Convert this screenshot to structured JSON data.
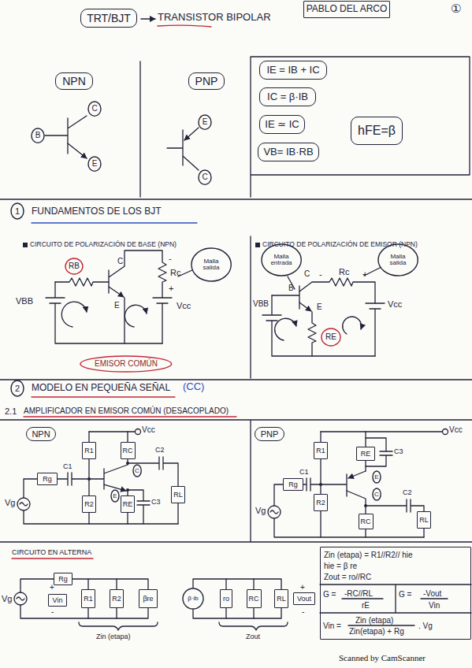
{
  "diagram": {
    "title": "TRT/BJT",
    "nodes": [
      {
        "text": [
          "TRT/BJT"
        ]
      },
      {
        "text": [
          "PABLO DEL ARCO"
        ]
      },
      {
        "text": [
          "NPN"
        ]
      },
      {
        "text": [
          "PNP"
        ]
      },
      {
        "text": [
          "B"
        ]
      },
      {
        "text": [
          "C"
        ]
      },
      {
        "text": [
          "E"
        ]
      },
      {
        "text": [
          "E"
        ]
      },
      {
        "text": [
          "C"
        ]
      },
      {
        "text": [
          "IE = IB + IC"
        ]
      },
      {
        "text": [
          "IC = β·IB"
        ]
      },
      {
        "text": [
          "IE ≃ IC"
        ]
      },
      {
        "text": [
          "hFE=β"
        ]
      },
      {
        "text": [
          "VB= IB·RB"
        ]
      },
      {
        "text": [
          "1"
        ]
      },
      {
        "text": [
          "RB"
        ]
      },
      {
        "text": [
          "Malla salida"
        ]
      },
      {
        "text": [
          "EMISOR COMÚN"
        ]
      },
      {
        "text": [
          "Malla entrada"
        ]
      },
      {
        "text": [
          "Malla salida"
        ]
      },
      {
        "text": [
          "RE"
        ]
      },
      {
        "text": [
          "2"
        ]
      },
      {
        "text": [
          "NPN"
        ]
      },
      {
        "text": [
          "PNP"
        ]
      },
      {
        "text": [
          "R1"
        ]
      },
      {
        "text": [
          "RC"
        ]
      },
      {
        "text": [
          "Rg"
        ]
      },
      {
        "text": [
          "R2"
        ]
      },
      {
        "text": [
          "RE"
        ]
      },
      {
        "text": [
          "RL"
        ]
      },
      {
        "text": [
          "C"
        ]
      },
      {
        "text": [
          "E"
        ]
      },
      {
        "text": [
          "R1"
        ]
      },
      {
        "text": [
          "RE"
        ]
      },
      {
        "text": [
          "Rg"
        ]
      },
      {
        "text": [
          "R2"
        ]
      },
      {
        "text": [
          "E"
        ]
      },
      {
        "text": [
          "C"
        ]
      },
      {
        "text": [
          "RC"
        ]
      },
      {
        "text": [
          "RL"
        ]
      },
      {
        "text": [
          "Rg"
        ]
      },
      {
        "text": [
          "Vin"
        ]
      },
      {
        "text": [
          "R1"
        ]
      },
      {
        "text": [
          "R2"
        ]
      },
      {
        "text": [
          "βre"
        ]
      },
      {
        "text": [
          "β·ib"
        ]
      },
      {
        "text": [
          "ro"
        ]
      },
      {
        "text": [
          "RC"
        ]
      },
      {
        "text": [
          "RL"
        ]
      },
      {
        "text": [
          "Vout"
        ]
      },
      {
        "text": [
          "Zin (etapa) = R1//R2// hie",
          "hie = β re",
          "Zout = ro//RC",
          "G =",
          "-RC//RL",
          "rE",
          "G =",
          "-Vout",
          "Vin",
          "Vin =",
          "Zin (etapa)",
          "Zin(etapa) + Rg",
          ". Vg"
        ]
      }
    ],
    "labels": [
      "TRANSISTOR BIPOLAR",
      "①",
      "FUNDAMENTOS DE LOS BJT",
      "CIRCUITO DE POLARIZACIÓN DE BASE (NPN)",
      "CIRCUITO DE POLARIZACIÓN DE EMISOR (NPN)",
      "VBB",
      "C",
      "E",
      "-",
      "Rc",
      "+",
      "Vcc",
      "B",
      "C",
      "-",
      "Rc",
      "+",
      "E",
      "VBB",
      "Vcc",
      "MODELO EN PEQUEÑA SEÑAL",
      "(CC)",
      "2.1",
      "AMPLIFICADOR EN EMISOR COMÚN (DESACOPLADO)",
      "Vcc",
      "C1",
      "C2",
      "C3",
      "Vg",
      "Vcc",
      "C1",
      "C3",
      "C2",
      "Vg",
      "CIRCUITO EN ALTERNA",
      "Vg",
      "+",
      "-",
      "+",
      "-",
      "Zin (etapa)",
      "Zout",
      "Scanned by CamScanner"
    ]
  }
}
